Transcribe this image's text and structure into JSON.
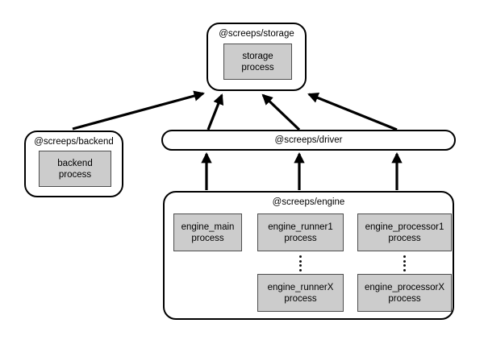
{
  "nodes": {
    "storage": {
      "title": "@screeps/storage",
      "processes": [
        {
          "label": "storage\nprocess"
        }
      ]
    },
    "backend": {
      "title": "@screeps/backend",
      "processes": [
        {
          "label": "backend\nprocess"
        }
      ]
    },
    "driver": {
      "title": "@screeps/driver"
    },
    "engine": {
      "title": "@screeps/engine",
      "processes": [
        {
          "label": "engine_main\nprocess"
        },
        {
          "label": "engine_runner1\nprocess"
        },
        {
          "label": "engine_processor1\nprocess"
        },
        {
          "label": "engine_runnerX\nprocess"
        },
        {
          "label": "engine_processorX\nprocess"
        }
      ],
      "ellipsis": "⋮"
    }
  },
  "edges": [
    {
      "from": "backend",
      "to": "storage"
    },
    {
      "from": "driver",
      "to": "storage"
    },
    {
      "from": "driver",
      "to": "storage"
    },
    {
      "from": "driver",
      "to": "storage"
    },
    {
      "from": "engine",
      "to": "driver"
    },
    {
      "from": "engine",
      "to": "driver"
    },
    {
      "from": "engine",
      "to": "driver"
    }
  ],
  "colors": {
    "background": "#ffffff",
    "node_fill": "#ffffff",
    "node_border": "#000000",
    "process_fill": "#cccccc",
    "process_border": "#4d4d4d",
    "arrow": "#000000"
  }
}
